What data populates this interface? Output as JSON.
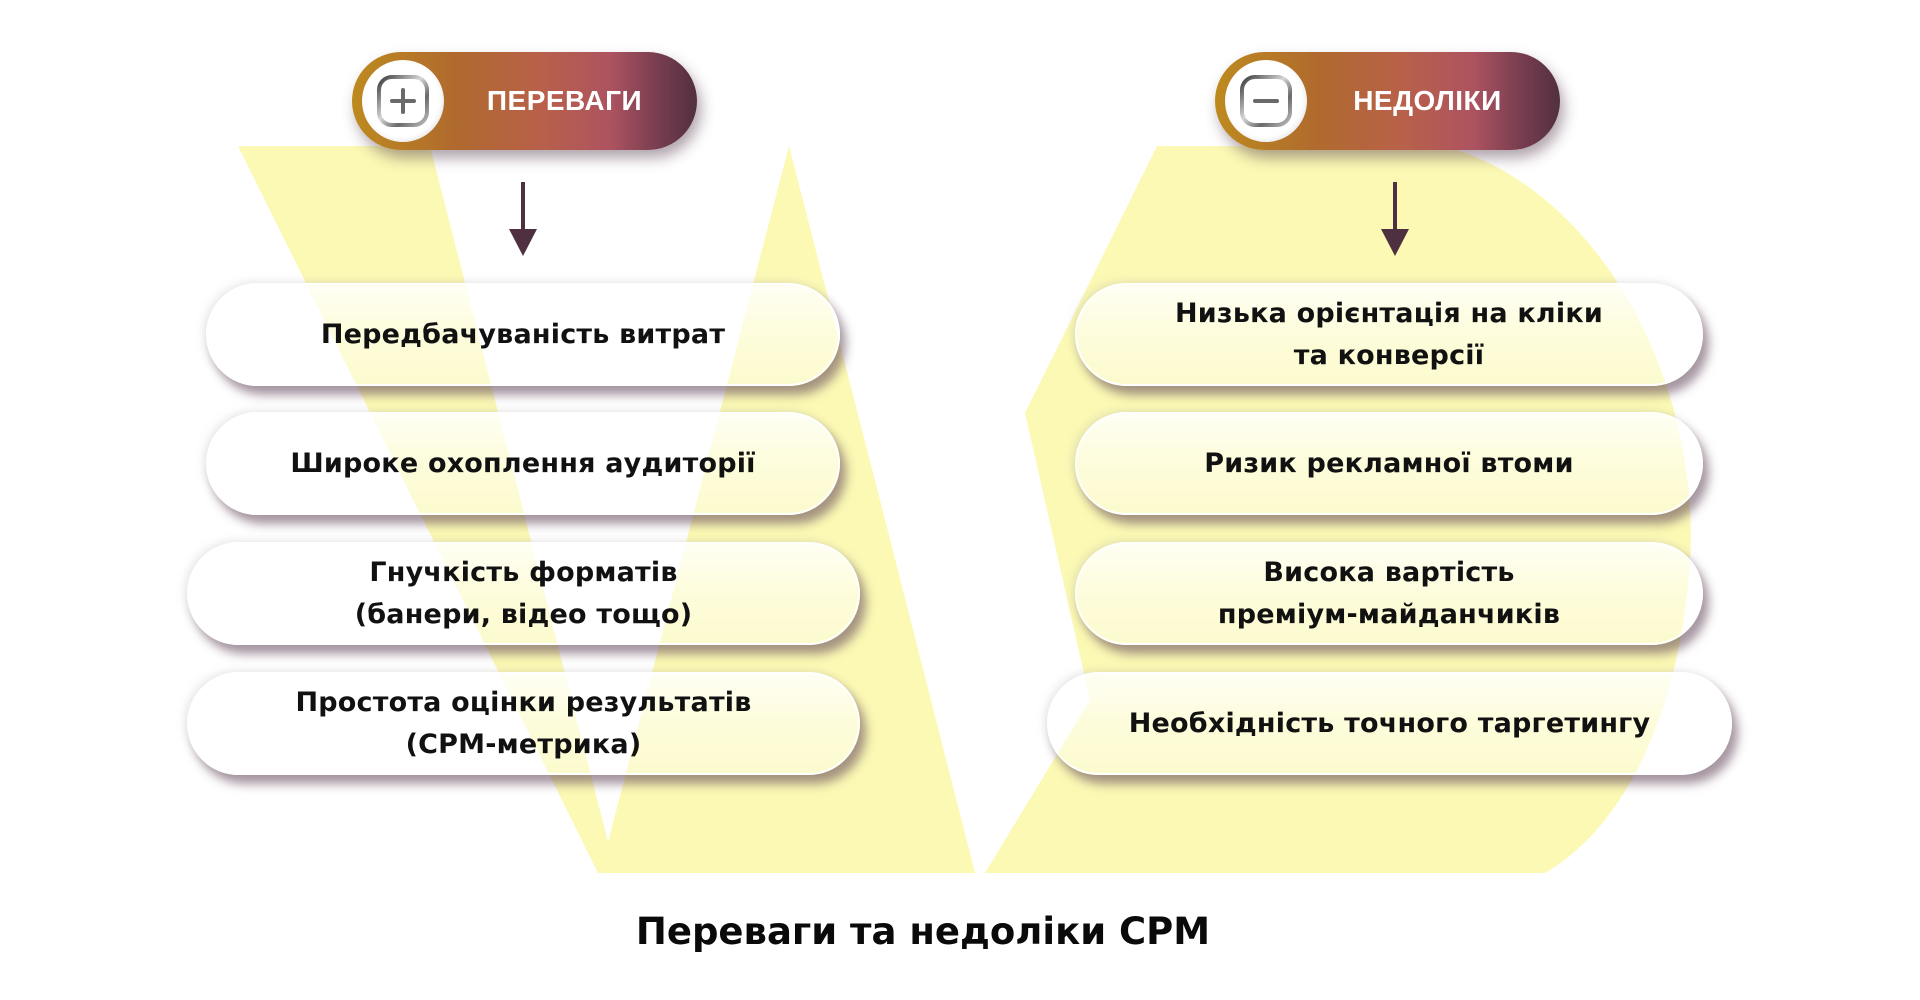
{
  "diagram": {
    "title": "Переваги та недоліки CPM",
    "colors": {
      "background": "#ffffff",
      "accent_yellow": "#fbf9b4",
      "pill_gradient_start": "#bd8a1e",
      "pill_gradient_mid": "#ad5360",
      "pill_gradient_end": "#52303f",
      "arrow": "#4f3040",
      "text": "#111111"
    },
    "columns": [
      {
        "header": "ПЕРЕВАГИ",
        "icon": "plus-square-icon",
        "items": [
          {
            "lines": [
              "Передбачуваність витрат"
            ]
          },
          {
            "lines": [
              "Широке охоплення аудиторії"
            ]
          },
          {
            "lines": [
              "Гнучкість форматів",
              "(банери, відео тощо)"
            ]
          },
          {
            "lines": [
              "Простота оцінки результатів",
              "(CPM-метрика)"
            ]
          }
        ]
      },
      {
        "header": "НЕДОЛІКИ",
        "icon": "minus-square-icon",
        "items": [
          {
            "lines": [
              "Низька орієнтація на кліки",
              "та конверсії"
            ]
          },
          {
            "lines": [
              "Ризик рекламної втоми"
            ]
          },
          {
            "lines": [
              "Висока вартість",
              "преміум-майданчиків"
            ]
          },
          {
            "lines": [
              "Необхідність точного таргетингу"
            ]
          }
        ]
      }
    ]
  }
}
